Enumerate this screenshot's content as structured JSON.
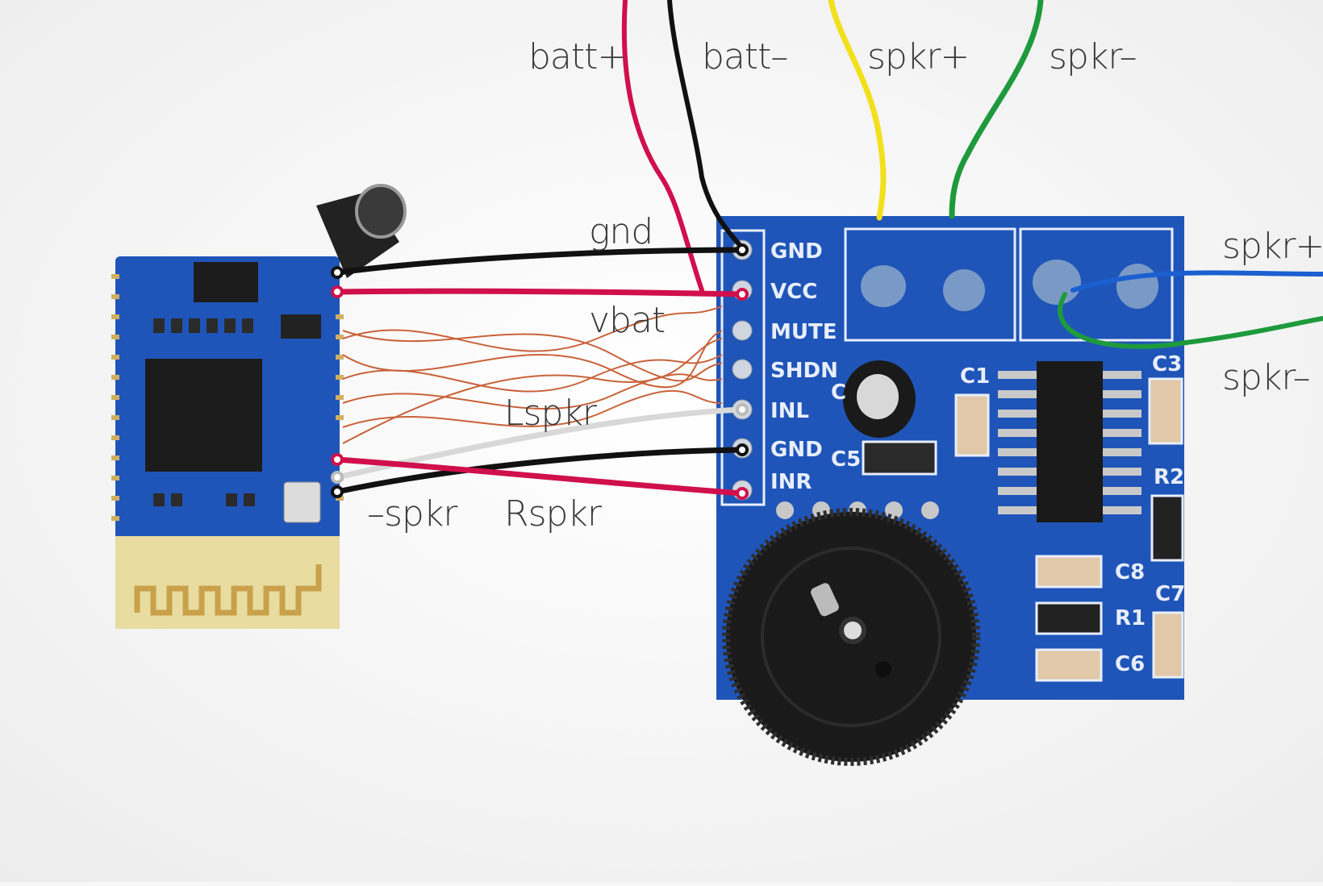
{
  "labels": {
    "batt_plus": "batt+",
    "batt_minus": "batt–",
    "spkr_plus_top": "spkr+",
    "spkr_minus_top": "spkr–",
    "spkr_plus_right": "spkr+",
    "spkr_minus_right": "spkr–",
    "gnd": "gnd",
    "vbat": "vbat",
    "lspkr": "Lspkr",
    "minus_spkr": "–spkr",
    "rspkr": "Rspkr"
  },
  "amp_pins": [
    "GND",
    "VCC",
    "MUTE",
    "SHDN",
    "INL",
    "GND",
    "INR"
  ],
  "amp_components": {
    "c1": "C1",
    "c3": "C3",
    "c5": "C5",
    "r2": "R2",
    "c8": "C8",
    "c7": "C7",
    "r1": "R1",
    "c6": "C6",
    "c_left": "C"
  },
  "colors": {
    "board_blue": "#1f55b8",
    "wire_red": "#d0104c",
    "wire_black": "#111111",
    "wire_white": "#d8d8d8",
    "wire_yellow": "#f2e01c",
    "wire_green": "#1e9a3c",
    "wire_blue": "#1b5fd0",
    "copper": "#c9623a",
    "antenna_pcb": "#e8dca0"
  }
}
